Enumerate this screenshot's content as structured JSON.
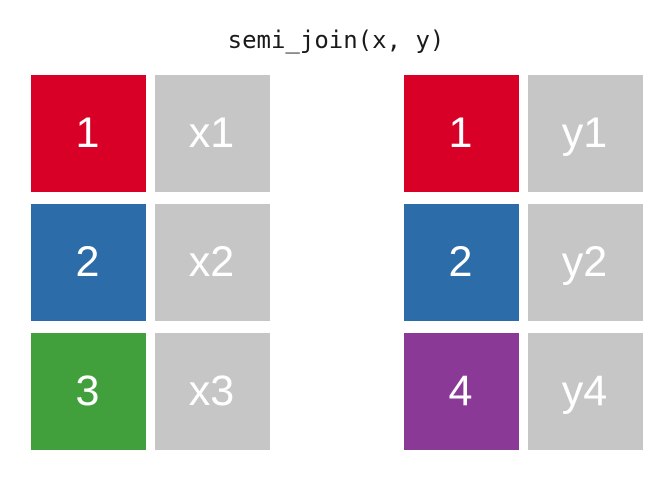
{
  "figure": {
    "title": "semi_join(x, y)",
    "background": "#FFFFFF",
    "text_color": "#FFFFFF",
    "value_cell_color": "#C6C6C6"
  },
  "palette": {
    "key_1": "#D80026",
    "key_2": "#2B6CA9",
    "key_3": "#42A03C",
    "key_4": "#8A3A96",
    "value": "#C6C6C6"
  },
  "tables": [
    {
      "name": "x",
      "rows": [
        {
          "key": "1",
          "key_color": "#D80026",
          "value": "x1",
          "value_color": "#C6C6C6"
        },
        {
          "key": "2",
          "key_color": "#2B6CA9",
          "value": "x2",
          "value_color": "#C6C6C6"
        },
        {
          "key": "3",
          "key_color": "#42A03C",
          "value": "x3",
          "value_color": "#C6C6C6"
        }
      ]
    },
    {
      "name": "y",
      "rows": [
        {
          "key": "1",
          "key_color": "#D80026",
          "value": "y1",
          "value_color": "#C6C6C6"
        },
        {
          "key": "2",
          "key_color": "#2B6CA9",
          "value": "y2",
          "value_color": "#C6C6C6"
        },
        {
          "key": "4",
          "key_color": "#8A3A96",
          "value": "y4",
          "value_color": "#C6C6C6"
        }
      ]
    }
  ]
}
